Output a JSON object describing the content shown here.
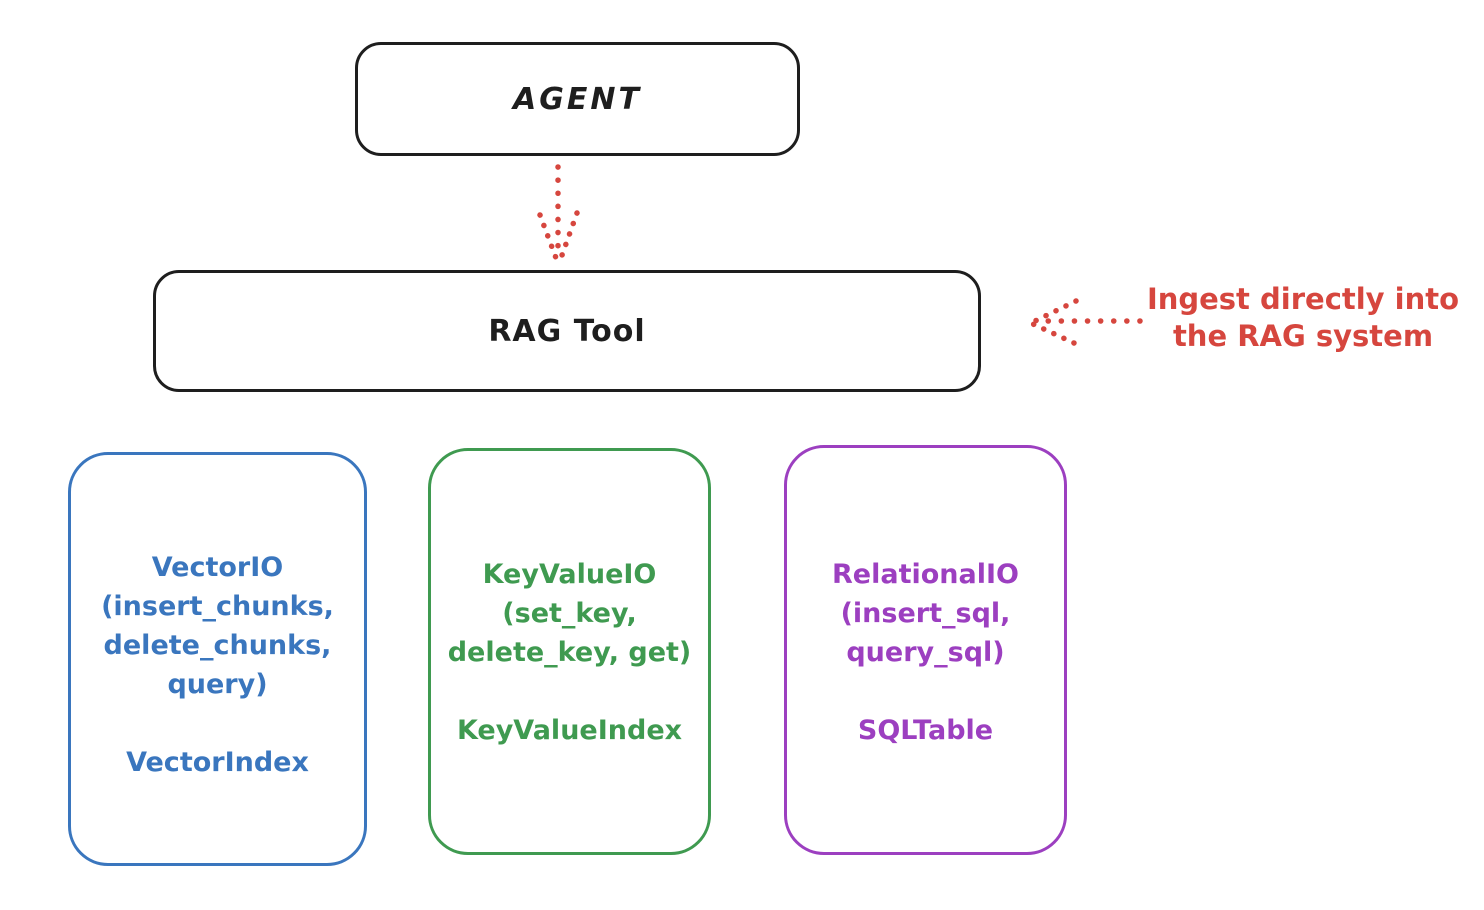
{
  "canvas": {
    "background": "#ffffff",
    "ink": "#1e1e1e"
  },
  "agent_box": {
    "label": "AGENT"
  },
  "rag_tool_box": {
    "label": "RAG Tool"
  },
  "annotation": {
    "text": "Ingest directly into\nthe RAG system",
    "color": "#d6463e"
  },
  "arrows": [
    {
      "name": "agent-to-rag-tool",
      "style": "dotted",
      "direction": "down",
      "color": "#d6463e"
    },
    {
      "name": "ingest-into-rag-tool",
      "style": "dotted",
      "direction": "left",
      "color": "#d6463e"
    }
  ],
  "io_boxes": [
    {
      "io_label": "VectorIO\n(insert_chunks,\ndelete_chunks,\nquery)",
      "index_label": "VectorIndex",
      "color": "#3a76be"
    },
    {
      "io_label": "KeyValueIO\n(set_key,\ndelete_key, get)",
      "index_label": "KeyValueIndex",
      "color": "#3f9a50"
    },
    {
      "io_label": "RelationalIO\n(insert_sql,\nquery_sql)",
      "index_label": "SQLTable",
      "color": "#9c3fc0"
    }
  ]
}
